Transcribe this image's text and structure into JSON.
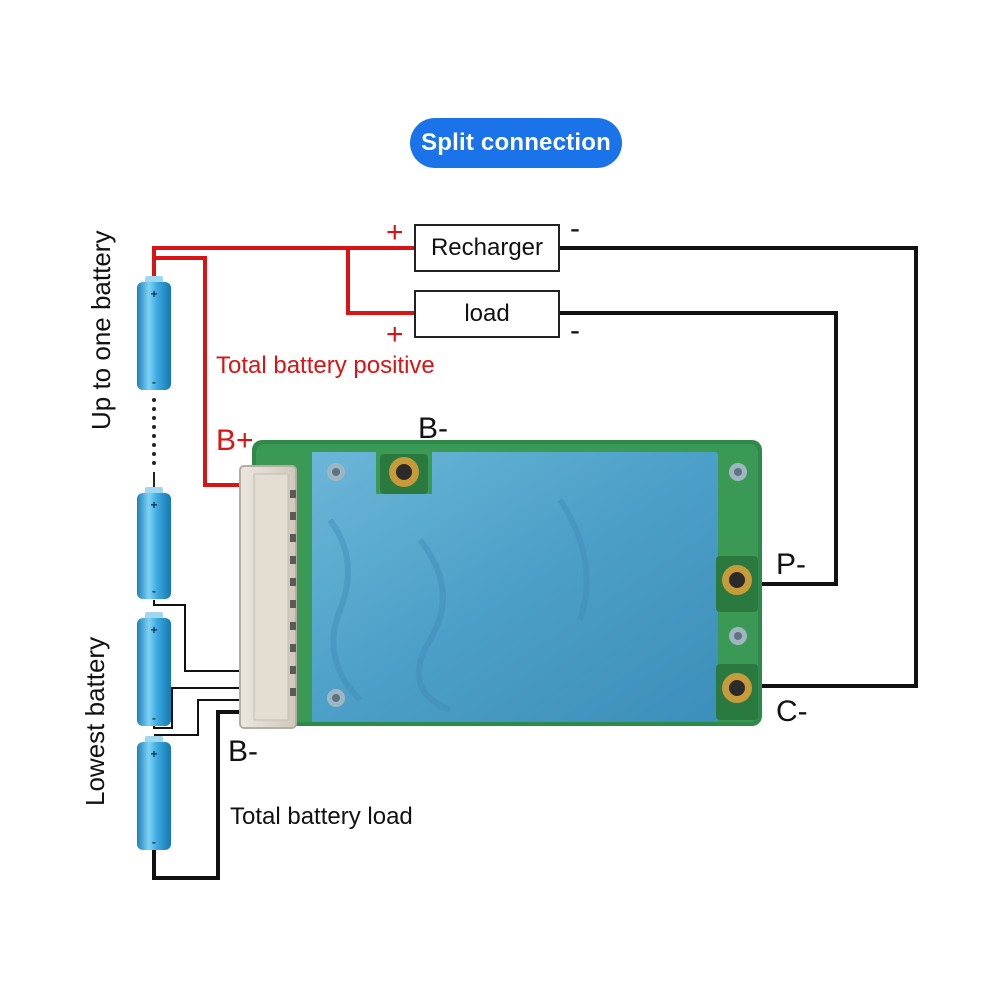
{
  "header": {
    "title": "Split connection"
  },
  "labels": {
    "up_to_one_battery": "Up to one battery",
    "lowest_battery": "Lowest battery",
    "total_battery_positive": "Total battery positive",
    "total_battery_load": "Total battery load",
    "b_plus": "B+",
    "b_minus_top": "B-",
    "b_minus_bottom": "B-",
    "p_minus": "P-",
    "c_minus": "C-"
  },
  "boxes": {
    "recharger": {
      "label": "Recharger",
      "plus": "+",
      "minus": "-"
    },
    "load": {
      "label": "load",
      "plus": "+",
      "minus": "-"
    }
  },
  "batteries": [
    {
      "plus": "+",
      "minus": "-"
    },
    {
      "plus": "+",
      "minus": "-"
    },
    {
      "plus": "+",
      "minus": "-"
    },
    {
      "plus": "+",
      "minus": "-"
    }
  ],
  "colors": {
    "accent": "#1a73e8",
    "positive_wire": "#d81414",
    "negative_wire": "#111111",
    "battery": "#35a9e0",
    "board": "#5aa7cc",
    "pcb": "#2f8a4a"
  }
}
